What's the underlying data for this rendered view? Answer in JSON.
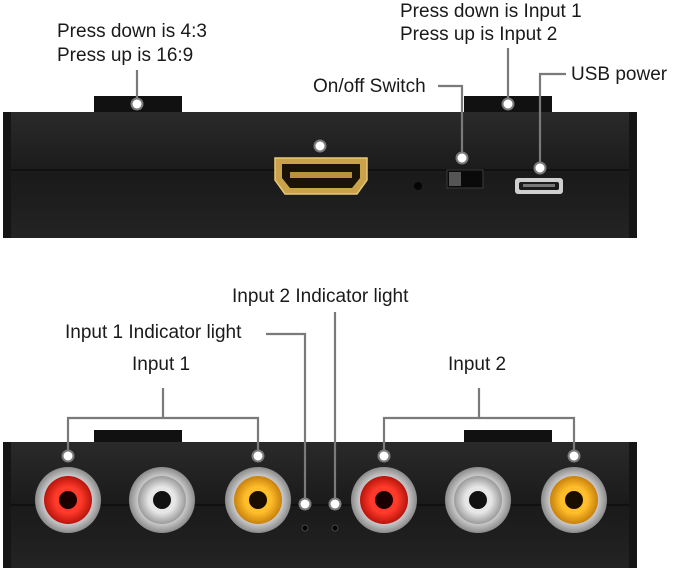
{
  "labels": {
    "aspect_line1": "Press down is 4:3",
    "aspect_line2": "Press up is 16:9",
    "input_sel_line1": "Press down is Input 1",
    "input_sel_line2": "Press up is Input 2",
    "onoff": "On/off Switch",
    "usb": "USB power",
    "input2_indicator": "Input 2 Indicator light",
    "input1_indicator": "Input 1 Indicator light",
    "input1": "Input 1",
    "input2": "Input 2"
  },
  "colors": {
    "device_body": "#1c1c1c",
    "leader_line": "#7a7a7a",
    "rca_red": "#e02418",
    "rca_white": "#c8c8c8",
    "rca_yellow": "#f4a818",
    "hdmi_gold": "#d4a84a"
  }
}
